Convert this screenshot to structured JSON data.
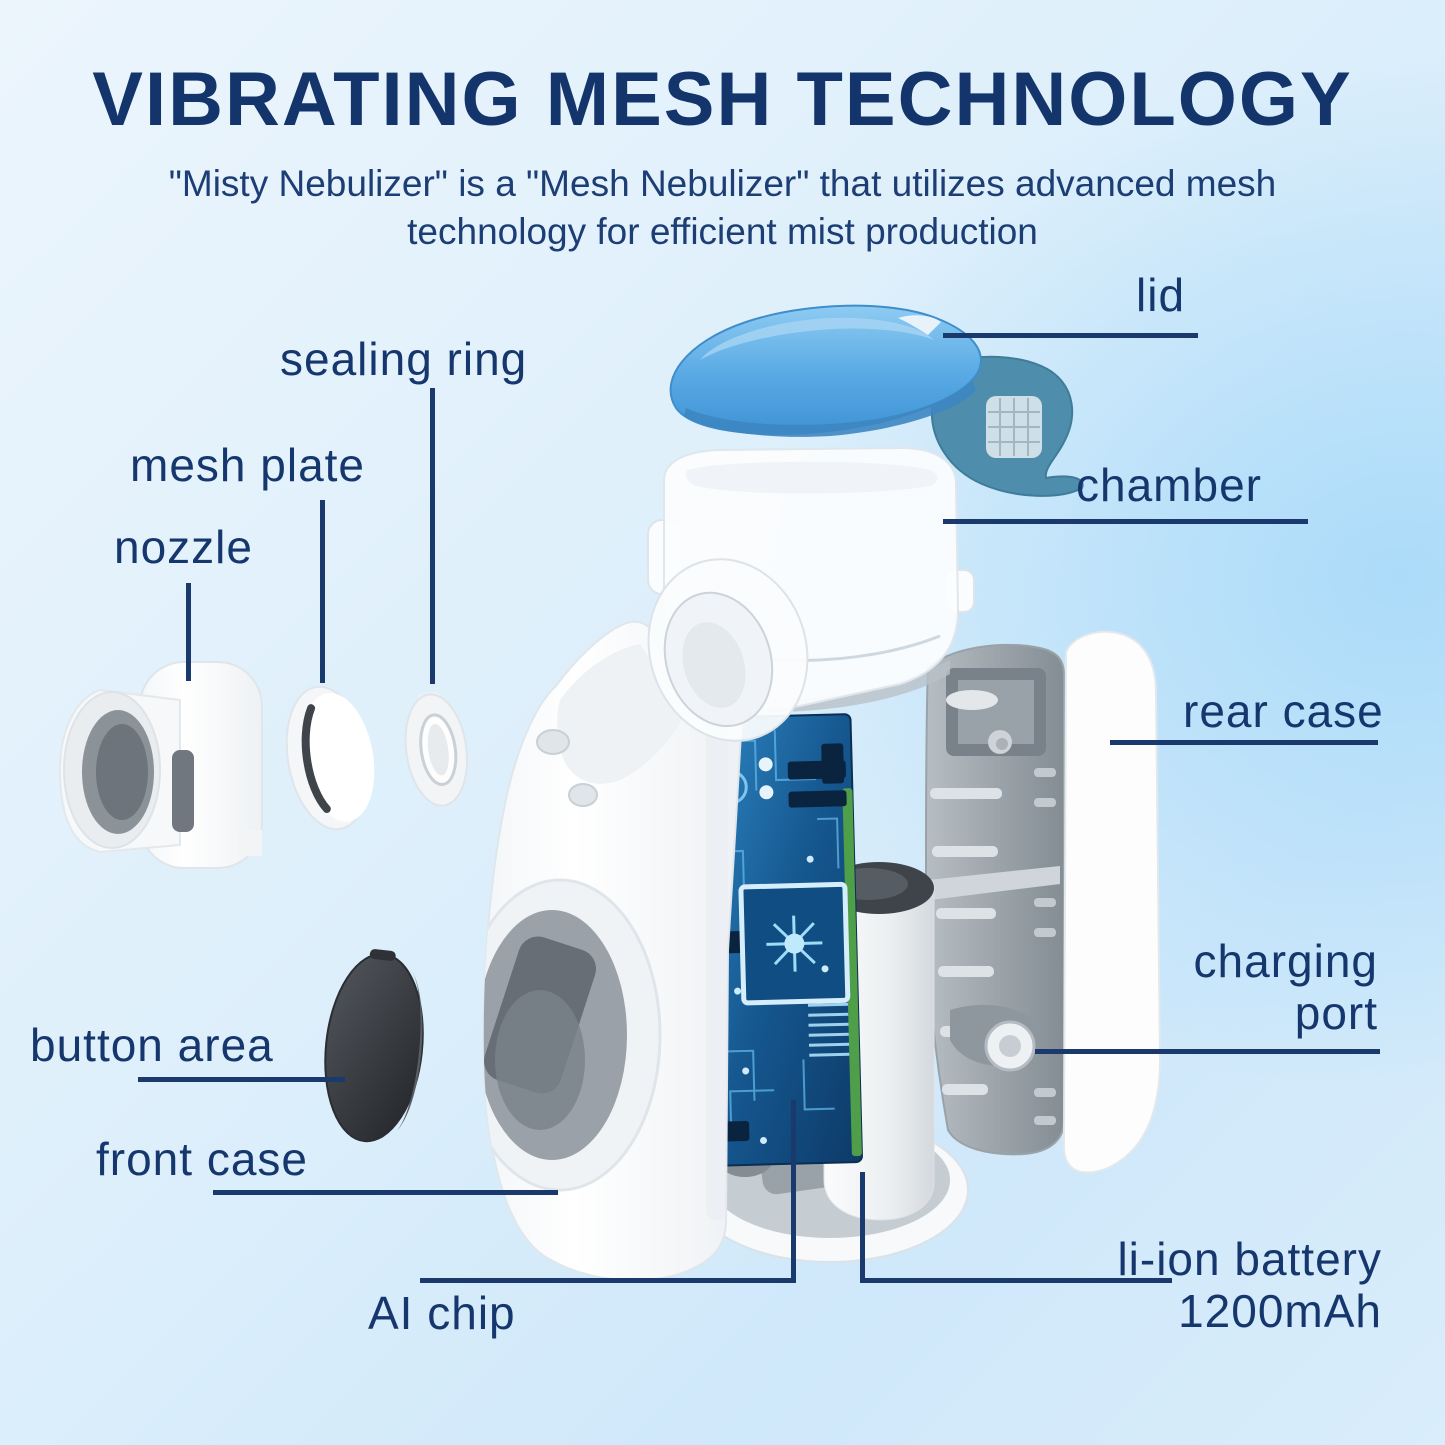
{
  "header": {
    "title": "VIBRATING MESH TECHNOLOGY",
    "subtitle": [
      "\"Misty Nebulizer\" is a \"Mesh Nebulizer\" that utilizes advanced mesh",
      "technology for efficient mist production"
    ]
  },
  "labels": {
    "lid": "lid",
    "sealing_ring": "sealing ring",
    "mesh_plate": "mesh plate",
    "nozzle": "nozzle",
    "chamber": "chamber",
    "rear_case": "rear case",
    "button_area": "button area",
    "charging_port": [
      "charging",
      "port"
    ],
    "front_case": "front case",
    "ai_chip": "AI chip",
    "battery": [
      "li-ion battery",
      "1200mAh"
    ]
  },
  "colors": {
    "text_navy": "#14356b",
    "leader_line_navy": "#1a3a6e",
    "lid_blue": "#55a7e3",
    "lid_latch_teal": "#4e8dab",
    "pcb_blue": "#1b6fa8",
    "pcb_strip_green": "#4f9e4a",
    "button_dark": "#34373c",
    "background_light": "#ecf5fc",
    "background_blue": "#abdbf9"
  }
}
